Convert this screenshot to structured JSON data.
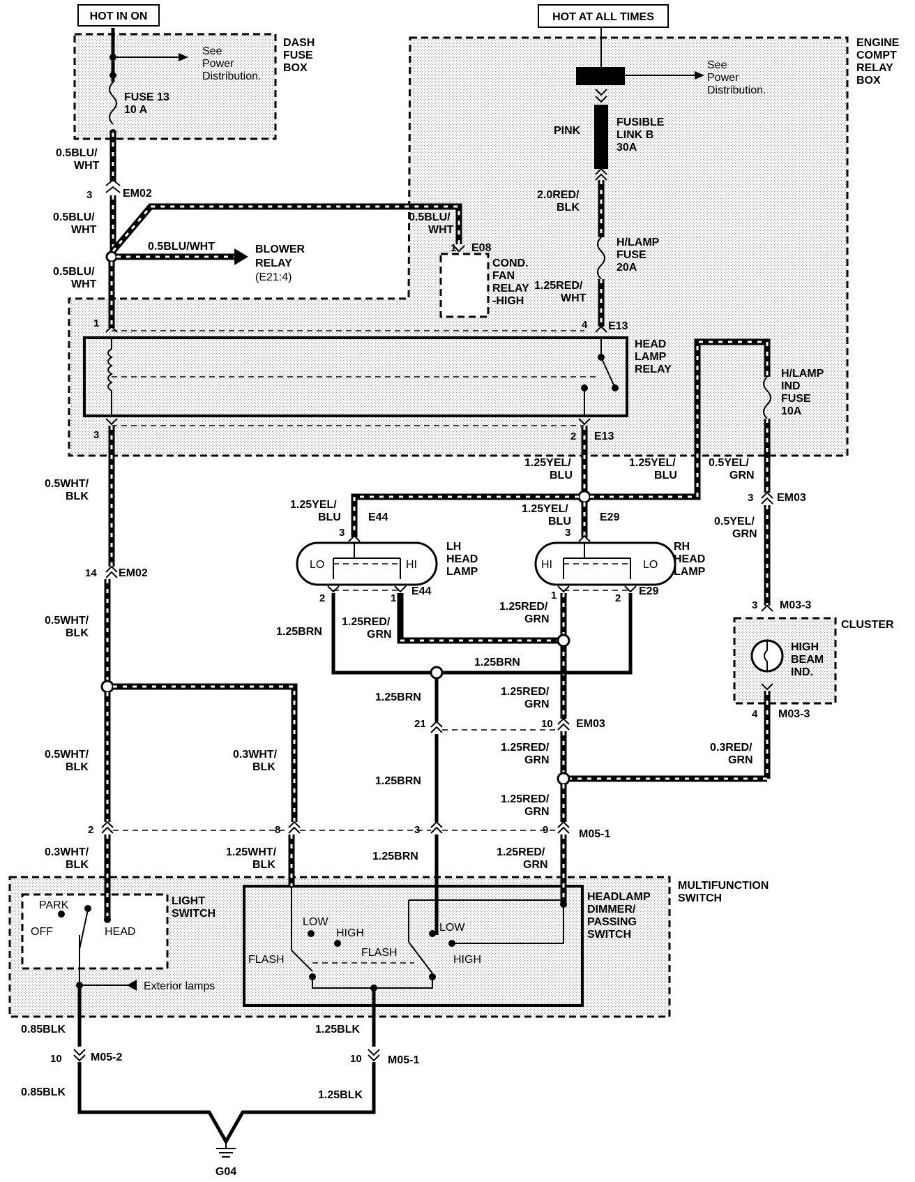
{
  "title_left": "HOT IN ON",
  "title_right": "HOT AT ALL TIMES",
  "dash_fuse_box": "DASH FUSE BOX",
  "see_power_1": "See Power Distribution.",
  "see_power_2": "See Power Distribution.",
  "fuse13": "FUSE 13",
  "fuse13_rating": "10 A",
  "engine_box": "ENGINE COMPT RELAY BOX",
  "pink": "PINK",
  "fusible_link": "FUSIBLE LINK B",
  "fusible_rating": "30A",
  "hlamp_fuse": "H/LAMP FUSE",
  "hlamp_fuse_rating": "20A",
  "hlamp_ind_fuse": "H/LAMP IND FUSE",
  "hlamp_ind_fuse_rating": "10A",
  "blower_relay": "BLOWER RELAY",
  "blower_ref": "(E21:4)",
  "cond_fan_relay": "COND. FAN RELAY -HIGH",
  "head_lamp_relay": "HEAD LAMP RELAY",
  "lh_head_lamp": "LH HEAD LAMP",
  "rh_head_lamp": "RH HEAD LAMP",
  "cluster": "CLUSTER",
  "high_beam_ind": "HIGH BEAM IND.",
  "multifunction_switch": "MULTIFUNCTION SWITCH",
  "light_switch": "LIGHT SWITCH",
  "headlamp_dimmer": "HEADLAMP DIMMER/ PASSING SWITCH",
  "exterior_lamps": "Exterior lamps",
  "ground": "G04",
  "lo": "LO",
  "hi": "HI",
  "park": "PARK",
  "off": "OFF",
  "head": "HEAD",
  "low": "LOW",
  "high": "HIGH",
  "flash": "FLASH",
  "connectors": {
    "em02": "EM02",
    "e08": "E08",
    "e13": "E13",
    "e44": "E44",
    "e29": "E29",
    "em03": "EM03",
    "m03_3": "M03-3",
    "m05_1": "M05-1",
    "m05_2": "M05-2"
  },
  "wires": {
    "blu_wht": "0.5BLU/ WHT",
    "blu_wht_inline": "0.5BLU/WHT",
    "wht_blk": "0.5WHT/ BLK",
    "wht_blk_03": "0.3WHT/ BLK",
    "wht_blk_125": "1.25WHT/ BLK",
    "red_blk": "2.0RED/ BLK",
    "red_wht": "1.25RED/ WHT",
    "yel_blu": "1.25YEL/ BLU",
    "yel_grn": "0.5YEL/ GRN",
    "red_grn": "1.25RED/ GRN",
    "red_grn_03": "0.3RED/ GRN",
    "brn": "1.25BRN",
    "blk_085": "0.85BLK",
    "blk_125": "1.25BLK"
  },
  "pins": {
    "p1": "1",
    "p2": "2",
    "p3": "3",
    "p4": "4",
    "p8": "8",
    "p9": "9",
    "p10": "10",
    "p14": "14",
    "p21": "21"
  }
}
